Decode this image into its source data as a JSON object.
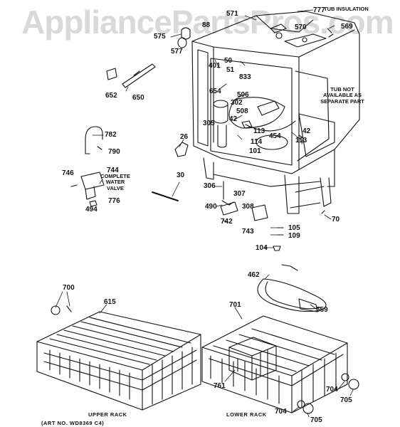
{
  "watermark": "AppliancePartsPros.com",
  "notes": {
    "tub_insulation": "TUB INSULATION",
    "tub_not_available": "TUB NOT AVAILABLE AS SEPARATE PART",
    "complete_water_valve": "COMPLETE WATER VALVE"
  },
  "captions": {
    "upper_rack": "UPPER RACK",
    "lower_rack": "LOWER RACK",
    "art_no": "(ART NO. WD8369 C4)"
  },
  "part_labels": {
    "p571": "571",
    "p777": "777",
    "p88": "88",
    "p570": "570",
    "p569": "569",
    "p575": "575",
    "p577": "577",
    "p50": "50",
    "p51": "51",
    "p833": "833",
    "p401": "401",
    "p652": "652",
    "p650": "650",
    "p654": "654",
    "p506": "506",
    "p302": "302",
    "p508": "508",
    "p42a": "42",
    "p42b": "42",
    "p305": "305",
    "p113a": "113",
    "p113b": "113",
    "p454": "454",
    "p782": "782",
    "p790": "790",
    "p26": "26",
    "p114": "114",
    "p101": "101",
    "p746": "746",
    "p744": "744",
    "p30": "30",
    "p306": "306",
    "p307": "307",
    "p776": "776",
    "p494": "494",
    "p490": "490",
    "p308": "308",
    "p742": "742",
    "p743": "743",
    "p70": "70",
    "p105": "105",
    "p109": "109",
    "p104": "104",
    "p462": "462",
    "p700": "700",
    "p615": "615",
    "p701": "701",
    "p559": "559",
    "p761": "761",
    "p704a": "704",
    "p705a": "705",
    "p704b": "704",
    "p705b": "705"
  }
}
